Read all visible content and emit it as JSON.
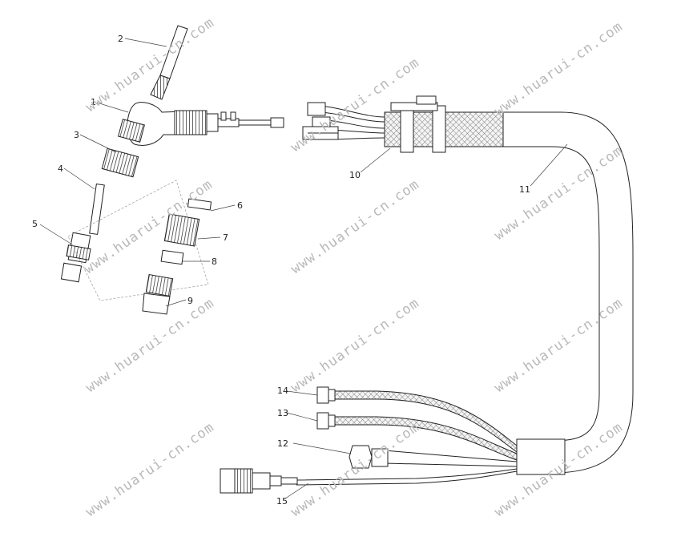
{
  "watermark": {
    "text": "www.huarui-cn.com"
  },
  "callouts": [
    {
      "id": "1",
      "text": "1"
    },
    {
      "id": "2",
      "text": "2"
    },
    {
      "id": "3",
      "text": "3"
    },
    {
      "id": "4",
      "text": "4"
    },
    {
      "id": "5",
      "text": "5"
    },
    {
      "id": "6",
      "text": "6"
    },
    {
      "id": "7",
      "text": "7"
    },
    {
      "id": "8",
      "text": "8"
    },
    {
      "id": "9",
      "text": "9"
    },
    {
      "id": "10",
      "text": "10"
    },
    {
      "id": "11",
      "text": "11"
    },
    {
      "id": "12",
      "text": "12"
    },
    {
      "id": "13",
      "text": "13"
    },
    {
      "id": "14",
      "text": "14"
    },
    {
      "id": "15",
      "text": "15"
    }
  ]
}
